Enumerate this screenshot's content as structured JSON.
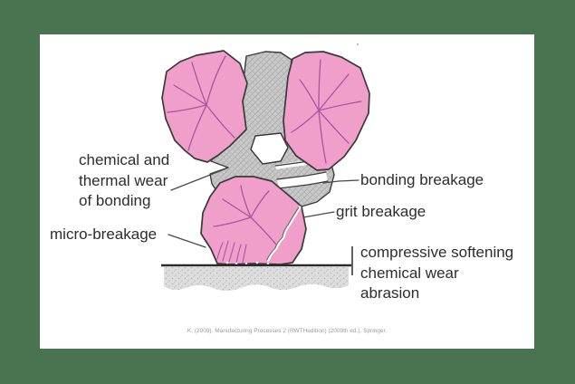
{
  "colors": {
    "frame_green": "#4a7350",
    "panel_white": "#ffffff",
    "grain_pink": "#ef9fc9",
    "grain_vein": "#aa55a0",
    "outline_dark": "#3a3a3a",
    "bond_gray": "#c9c9c9",
    "workpiece_gray": "#dddddd",
    "label_text": "#2d2d2d",
    "citation_text": "#9b9b9b"
  },
  "diagram": {
    "labels": {
      "chemical_thermal": [
        "chemical and",
        "thermal wear",
        "of bonding"
      ],
      "micro_breakage": "micro-breakage",
      "bonding_breakage": "bonding breakage",
      "grit_breakage": "grit breakage",
      "surface_effects": [
        "compressive softening",
        "chemical wear",
        "abrasion"
      ]
    },
    "parts": {
      "grains": "abrasive grains",
      "bond": "bonding bridge",
      "workpiece": "workpiece surface"
    }
  },
  "citation": "K. (2009). Manufacturing Processes 2 (RWTHedition) (2009th ed.). Springer."
}
